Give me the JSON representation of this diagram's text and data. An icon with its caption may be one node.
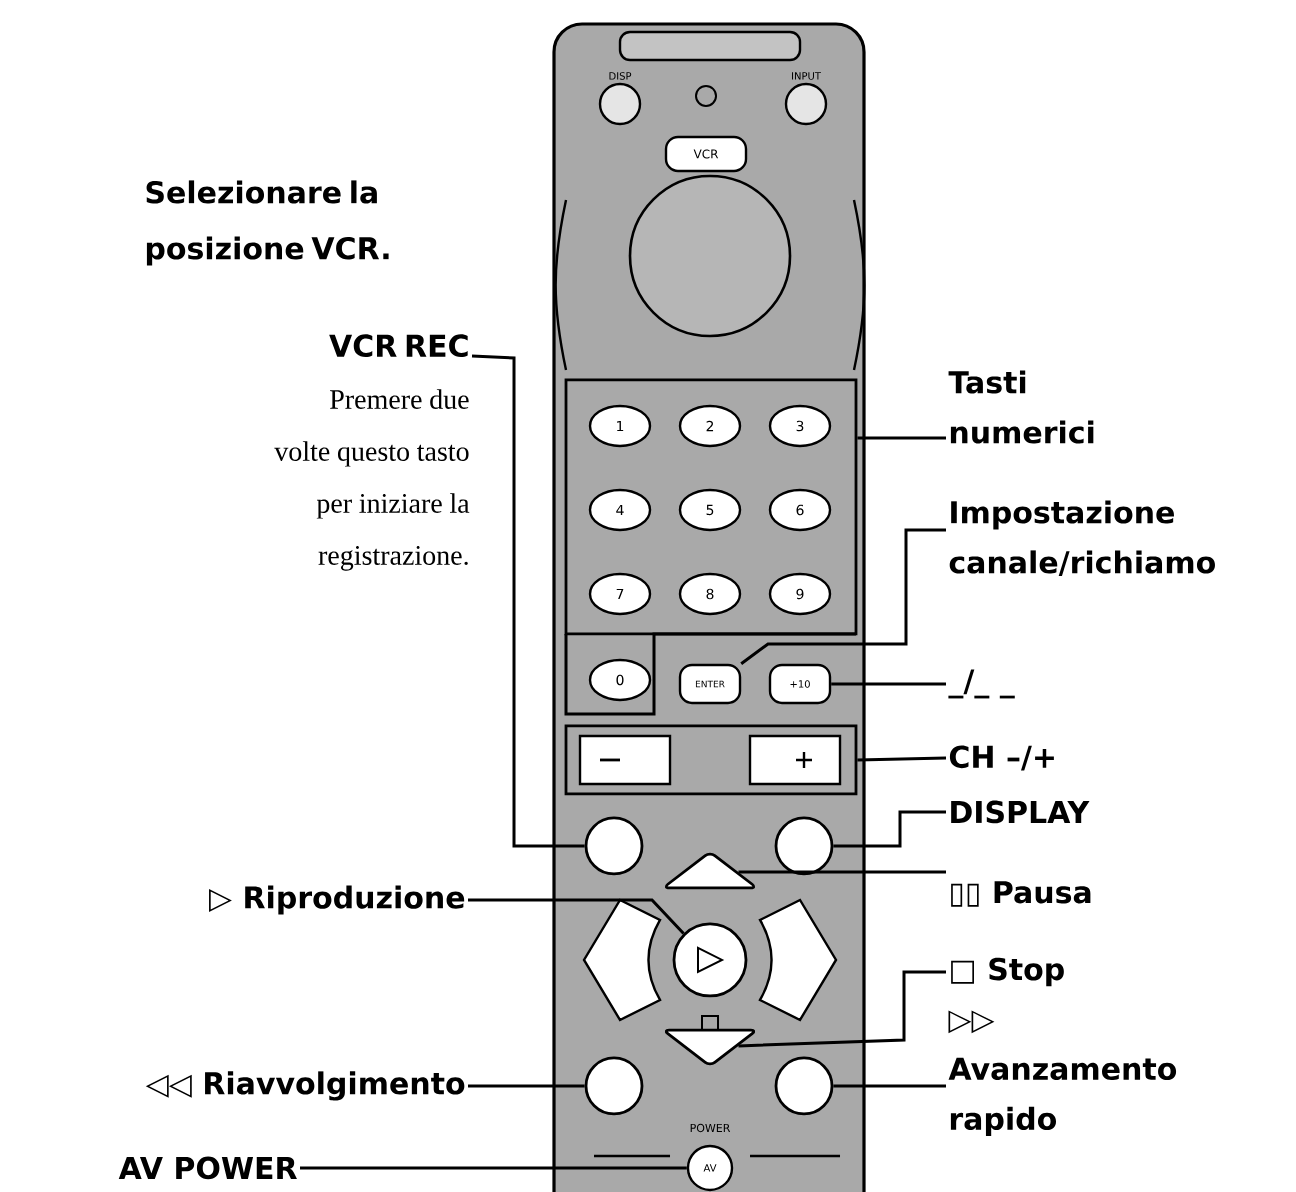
{
  "diagram": {
    "nodes": [
      {
        "text": [
          "VCR REC",
          "Premere due volte questo tasto per iniziare la registrazione."
        ]
      },
      {
        "text": [
          "Tasti numerici"
        ]
      },
      {
        "text": [
          "Impostazione canale/richiamo"
        ]
      },
      {
        "text": [
          "_/_ _"
        ]
      },
      {
        "text": [
          "CH –/+"
        ]
      },
      {
        "text": [
          "DISPLAY"
        ]
      },
      {
        "text": [
          "▷ Riproduzione"
        ]
      },
      {
        "text": [
          "▯▯ Pausa"
        ]
      },
      {
        "text": [
          "□ Stop"
        ]
      },
      {
        "text": [
          "◁◁ Riavvolgimento"
        ]
      },
      {
        "text": [
          "▷▷ Avanzamento rapido"
        ]
      },
      {
        "text": [
          "AV POWER"
        ]
      },
      {
        "text": [
          "VCR"
        ]
      },
      {
        "text": [],
        "shape": "box"
      },
      {
        "text": [
          "ENTER"
        ]
      },
      {
        "text": [
          "+10"
        ]
      },
      {
        "text": [],
        "shape": "box"
      },
      {
        "text": [],
        "shape": "circle"
      },
      {
        "text": [],
        "shape": "circle"
      },
      {
        "text": [],
        "shape": "triangle"
      },
      {
        "text": [],
        "shape": "circle"
      },
      {
        "text": [],
        "shape": "triangle"
      },
      {
        "text": [],
        "shape": "circle"
      },
      {
        "text": [],
        "shape": "circle"
      },
      {
        "text": [
          "AV"
        ]
      }
    ],
    "edges": [
      {
        "from": 0,
        "to": 17,
        "arrow": "none"
      },
      {
        "from": 1,
        "to": 13,
        "arrow": "none"
      },
      {
        "from": 2,
        "to": 14,
        "arrow": "none"
      },
      {
        "from": 3,
        "to": 15,
        "arrow": "none"
      },
      {
        "from": 4,
        "to": 16,
        "arrow": "none"
      },
      {
        "from": 5,
        "to": 18,
        "arrow": "none"
      },
      {
        "from": 6,
        "to": 20,
        "arrow": "none"
      },
      {
        "from": 7,
        "to": 19,
        "arrow": "none"
      },
      {
        "from": 8,
        "to": 21,
        "arrow": "none"
      },
      {
        "from": 9,
        "to": 22,
        "arrow": "none"
      },
      {
        "from": 10,
        "to": 23,
        "arrow": "none"
      },
      {
        "from": 11,
        "to": 24,
        "arrow": "none"
      }
    ],
    "labels": [
      "Selezionare la posizione VCR.",
      "DISP",
      "INPUT",
      "1",
      "2",
      "3",
      "4",
      "5",
      "6",
      "7",
      "8",
      "9",
      "0",
      "POWER"
    ]
  }
}
